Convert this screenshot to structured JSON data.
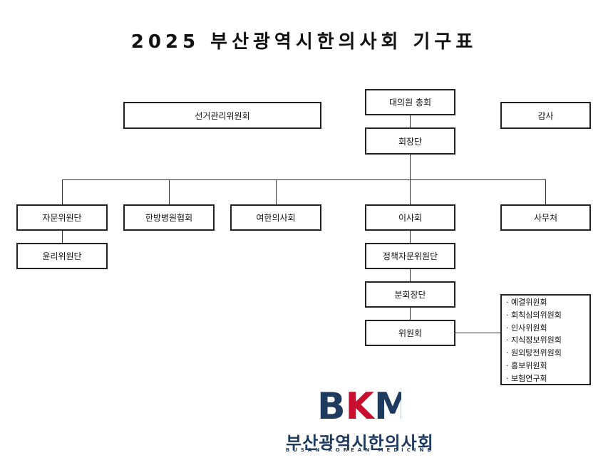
{
  "title": "2025 부산광역시한의사회 기구표",
  "nodes": {
    "general_assembly": "대의원 총회",
    "election_committee": "선거관리위원회",
    "audit": "감사",
    "executive": "회장단",
    "advisory": "자문위원단",
    "hospital_association": "한방병원협회",
    "women_doctors": "여한의사회",
    "board": "이사회",
    "secretariat": "사무처",
    "ethics": "윤리위원단",
    "policy_advisory": "정책자문위원단",
    "division_heads": "분회장단",
    "committees": "위원회"
  },
  "committee_list": [
    "· 예결위원회",
    "· 회칙심의위원회",
    "· 인사위원회",
    "· 지식정보위원회",
    "· 원외탕전위원회",
    "· 홍보위원회",
    "· 보험연구회"
  ],
  "logo": {
    "mark": "BKM",
    "korean": "부산광역시한의사회",
    "english": "BUSAN KOREAN MEDICINE",
    "colors": {
      "navy": "#1e3a5f",
      "red": "#c8102e"
    }
  }
}
